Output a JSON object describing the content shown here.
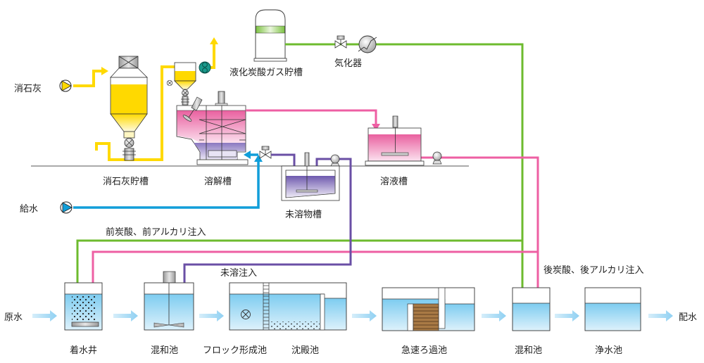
{
  "colors": {
    "lime": "#FFD900",
    "co2": "#6DBB2E",
    "alkali": "#EE5FA3",
    "water_supply": "#119ED9",
    "undissolved": "#6A4FA5",
    "flow_arrow": "#A7DBF5",
    "water_top": "#7DCCF0",
    "water_bottom": "#DDF1FB",
    "filter_media": "#A97A45"
  },
  "labels": {
    "slaked_lime": "消石灰",
    "lime_storage_tank": "消石灰貯槽",
    "dissolving_tank": "溶解槽",
    "liquid_co2_tank": "液化炭酸ガス貯槽",
    "vaporizer": "気化器",
    "solution_tank": "溶液槽",
    "water_supply": "給水",
    "undissolved_tank": "未溶物槽",
    "pre_injection": "前炭酸、前アルカリ注入",
    "undissolved_injection": "未溶注入",
    "post_injection": "後炭酸、後アルカリ注入",
    "raw_water": "原水",
    "distribution": "配水"
  },
  "process_units": [
    {
      "id": "receiving-well",
      "label": "着水井"
    },
    {
      "id": "mixing-basin-1",
      "label": "混和池"
    },
    {
      "id": "floc-basin",
      "label": "フロック形成池"
    },
    {
      "id": "sedimentation-basin",
      "label": "沈殿池"
    },
    {
      "id": "rapid-filter",
      "label": "急速ろ過池"
    },
    {
      "id": "mixing-basin-2",
      "label": "混和池"
    },
    {
      "id": "clear-water-basin",
      "label": "浄水池"
    }
  ]
}
